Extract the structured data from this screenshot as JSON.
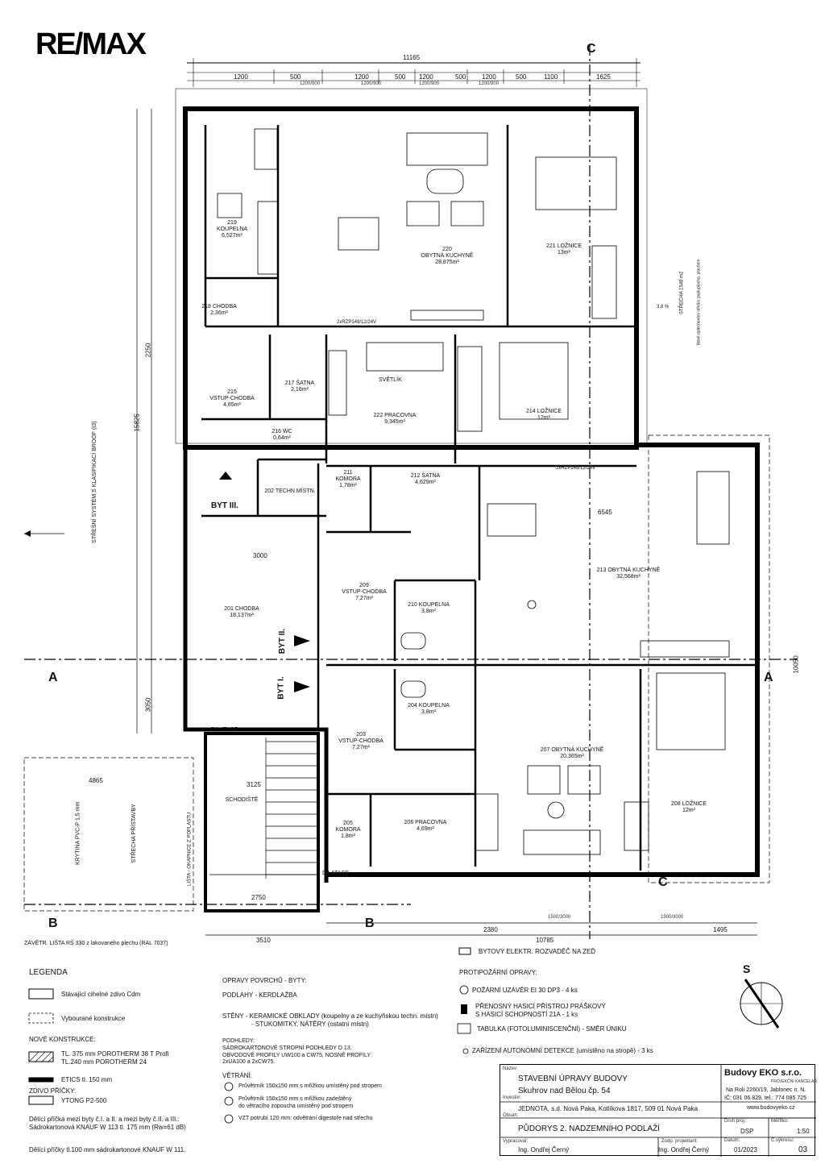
{
  "logo": "RE/MAX",
  "sections": {
    "a": "A",
    "b": "B",
    "c": "C"
  },
  "dims_top": [
    "11165",
    "1200",
    "500",
    "1200",
    "500",
    "1200",
    "500",
    "1200",
    "500",
    "1100",
    "1625",
    "1200/900",
    "1200/900",
    "1200/900",
    "1200/900"
  ],
  "dims_left": [
    "15825",
    "2250",
    "3050"
  ],
  "dims_bottom": [
    "2380",
    "1500/3000",
    "1500/3000",
    "1495",
    "10785",
    "3510",
    "2750"
  ],
  "rooms": [
    {
      "num": "219",
      "name": "KOUPELNA",
      "area": "6,527m²"
    },
    {
      "num": "220",
      "name": "OBYTNÁ KUCHYNĚ",
      "area": "28,875m²"
    },
    {
      "num": "221",
      "name": "LOŽNICE",
      "area": "13m²"
    },
    {
      "num": "218",
      "name": "CHODBA",
      "area": "2,36m²"
    },
    {
      "num": "215",
      "name": "VSTUP-CHODBA",
      "area": "4,65m²"
    },
    {
      "num": "217",
      "name": "ŠATNA",
      "area": "2,16m²"
    },
    {
      "num": "222",
      "name": "PRACOVNA",
      "area": "9,345m²"
    },
    {
      "num": "214",
      "name": "LOŽNICE",
      "area": "12m²"
    },
    {
      "num": "216",
      "name": "WC",
      "area": "0,64m²"
    },
    {
      "num": "202",
      "name": "TECHN.MÍSTN.",
      "area": ""
    },
    {
      "num": "211",
      "name": "KOMORA",
      "area": "1,78m²"
    },
    {
      "num": "212",
      "name": "ŠATNA",
      "area": "4,629m²"
    },
    {
      "num": "213",
      "name": "OBYTNÁ KUCHYNĚ",
      "area": "32,568m²"
    },
    {
      "num": "201",
      "name": "CHODBA",
      "area": "18,137m²"
    },
    {
      "num": "209",
      "name": "VSTUP-CHODBA",
      "area": "7,27m²"
    },
    {
      "num": "210",
      "name": "KOUPELNA",
      "area": "3,8m²"
    },
    {
      "num": "204",
      "name": "KOUPELNA",
      "area": "3,8m²"
    },
    {
      "num": "203",
      "name": "VSTUP-CHODBA",
      "area": "7,27m²"
    },
    {
      "num": "207",
      "name": "OBYTNÁ KUCHYNĚ",
      "area": "20,365m²"
    },
    {
      "num": "208",
      "name": "LOŽNICE",
      "area": "12m²"
    },
    {
      "num": "205",
      "name": "KOMORA",
      "area": "1,8m²"
    },
    {
      "num": "206",
      "name": "PRACOVNA",
      "area": "4,69m²"
    },
    {
      "num": "",
      "name": "SCHODIŠTĚ",
      "area": ""
    }
  ],
  "labels": {
    "byt3": "BYT III.",
    "byt2": "BYT II.",
    "byt1": "BYT I.",
    "svetlik": "SVĚTLÍK",
    "dilatace1": "DILATACE",
    "dilatace2": "DILATACE",
    "strecha_left": "STŘEŠNÍ SYSTÉM S KLASIFIKACÍ BROOF (t3)",
    "strecha_right": "STŘECHA PŘÍSTAVBY",
    "krytina": "KRYTINA PVC-P 1,5 mm",
    "strecha_sklon": "STŘECHA 1548 m2",
    "strecha_sub": "Nové oplechování střešní popluplocha, plochem",
    "lista_okap": "LIŠTA - OKAPNICE Z POPLASTU",
    "zavetrna": "ZÁVĚTR. LIŠTA RŠ 330 z lakovaného plechu (RAL 7037)",
    "vent_label": "2xRZP149/12/24V",
    "slope": "3,8 %",
    "d4865": "4865",
    "d3125": "3125",
    "d3000": "3000",
    "d6545": "6545",
    "d10050": "10050"
  },
  "legend": {
    "title": "LEGENDA",
    "existing": "Stávající cihelné zdivo Cdm",
    "demolished": "Vybourané konstrukce",
    "new_title": "NOVÉ KONSTRUKCE:",
    "porotherm": "TL. 375 mm POROTHERM 38 T Profi",
    "porotherm2": "TL.240 mm POROTHERM 24",
    "etics": "ETICS tl. 150 mm",
    "zdivo": "ZDIVO PŘÍČKY:",
    "ytong": "YTONG P2-500",
    "delici1": "Dělící příčka mezi byty č.I. a II. a mezi byty č.II. a III.:",
    "delici2": "Sádrokartonová KNAUF W 113 tl. 175 mm (Rw=61 dB)",
    "delici3": "Dělící příčky tl.100 mm sádrokartonové KNAUF W 111.",
    "opravy": "OPRAVY POVRCHŮ - BYTY:",
    "podlahy": "PODLAHY - KERDLAŽBA",
    "steny1": "STĚNY - KERAMICKÉ OBKLADY (koupelny a ze kuchyňskou techn. místn)",
    "steny2": "- STUKOMITKY, NÁTĚRY (ostatní místn)",
    "podhledy1": "PODHLEDY:",
    "podhledy2": "SÁDROKARTONOVÉ STROPNÍ PODHLEDY D 13.",
    "podhledy3": "OBVODOVÉ PROFILY UW100 a CW75, NOSNÉ PROFILY",
    "podhledy4": "2xUA100 a 2xCW75.",
    "vetrani": "VĚTRÁNÍ:",
    "p1": "Průvětrník 150x150 mm s mřížkou umístěný pod stropem",
    "p2a": "Průvětrník 150x150 mm s mřížkou zadeštěný",
    "p2b": "do větracího zopoucha umístěný pod stropem",
    "p3": "VZT potrubí 120 mm: odvětrání digestoře nad střechu",
    "elektro": "BYTOVÝ ELEKTR. ROZVADĚČ NA ZEĎ",
    "protipozarni": "PROTIPOŽÁRNÍ OPRAVY:",
    "pu": "POŽÁRNÍ UZÁVĚR EI 30 DP3 - 4 ks",
    "phs1": "PŘENOSNÝ HASICÍ PŘÍSTROJ PRÁŠKOVÝ",
    "phs2": "S HASICÍ SCHOPNOSTÍ 21A - 1 ks",
    "tabulka": "TABULKA (FOTOLUMINISCENČNÍ) - SMĚR ÚNIKU",
    "zad": "ZAŘÍZENÍ AUTONOMNÍ DETEKCE (umístěno na stropě) - 3 ks"
  },
  "titleblock": {
    "nazev_label": "Název:",
    "nazev": "STAVEBNÍ ÚPRAVY BUDOVY",
    "misto": "Skuhrov nad Bělou čp. 54",
    "investor_label": "Investor:",
    "investor": "JEDNOTA, s.d. Nová Paka, Kotlíkova 1817, 509 01 Nová Paka",
    "obsah_label": "Obsah:",
    "obsah": "PŮDORYS 2. NADZEMNÍHO PODLAŽÍ",
    "vypracoval_label": "Vypracoval:",
    "vypracoval": "Ing. Ondřej Černý",
    "zodp_label": "Zodp. projektant:",
    "zodp": "Ing. Ondřej Černý",
    "firma": "Budovy EKO s.r.o.",
    "firma_sub": "PROJEKČNÍ KANCELÁŘ",
    "adresa": "Na Rolí 2260/19, Jablonec n. N.",
    "ico": "IČ: 031 06 829, tel.: 774 085 725",
    "web": "www.budovyeko.cz",
    "druh_label": "Druh proj.:",
    "druh": "DSP",
    "meritko_label": "Měřítko:",
    "meritko": "1:50",
    "datum_label": "Datum:",
    "datum": "01/2023",
    "cvykresu_label": "Č.výkresu:",
    "cvykresu": "03"
  },
  "north": "S"
}
